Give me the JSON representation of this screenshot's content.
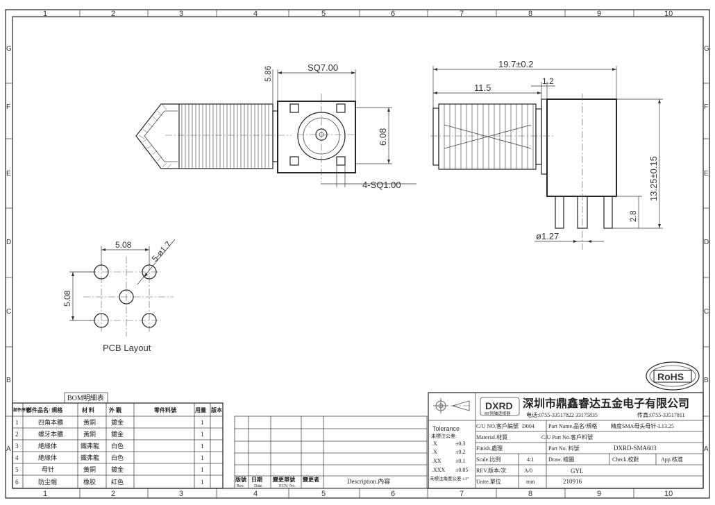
{
  "border": {
    "top_columns": [
      "1",
      "2",
      "3",
      "4",
      "5",
      "6",
      "7",
      "8",
      "9",
      "10"
    ],
    "bottom_columns": [
      "1",
      "2",
      "3",
      "4",
      "5",
      "6",
      "7",
      "8",
      "9",
      "10"
    ],
    "left_rows": [
      "G",
      "F",
      "E",
      "D",
      "C",
      "B",
      "A"
    ],
    "right_rows": [
      "G",
      "F",
      "E",
      "D",
      "C",
      "B",
      "A"
    ]
  },
  "front_view": {
    "dim_sq7": "SQ7.00",
    "dim_586": "5.86",
    "dim_608": "6.08",
    "dim_4sq": "4-SQ1.00"
  },
  "side_view": {
    "dim_197": "19.7±0.2",
    "dim_115": "11.5",
    "dim_12": "1.2",
    "dim_1325": "13.25±0.15",
    "dim_28": "2.8",
    "dim_127": "ø1.27"
  },
  "pcb_layout": {
    "dim_508_h": "5.08",
    "dim_508_v": "5.08",
    "dim_hole": "5-ø1.7",
    "caption": "PCB Layout"
  },
  "rohs": {
    "label": "RoHS"
  },
  "bom": {
    "title": "BOM明細表",
    "headers": [
      "部件序號",
      "部件品名/ 規格",
      "材 料",
      "外 觀",
      "零件料號",
      "用量",
      "版本"
    ],
    "rows": [
      {
        "no": "1",
        "name": "四角本體",
        "material": "黃銅",
        "finish": "鍍金",
        "part": "",
        "qty": "1",
        "ver": ""
      },
      {
        "no": "2",
        "name": "螺牙本體",
        "material": "黃銅",
        "finish": "鍍金",
        "part": "",
        "qty": "1",
        "ver": ""
      },
      {
        "no": "3",
        "name": "絶緣体",
        "material": "鐵弗龍",
        "finish": "白色",
        "part": "",
        "qty": "1",
        "ver": ""
      },
      {
        "no": "4",
        "name": "絶緣体",
        "material": "鐵弗龍",
        "finish": "白色",
        "part": "",
        "qty": "1",
        "ver": ""
      },
      {
        "no": "5",
        "name": "母针",
        "material": "黃銅",
        "finish": "鍍金",
        "part": "",
        "qty": "1",
        "ver": ""
      },
      {
        "no": "6",
        "name": "防尘帽",
        "material": "橡胶",
        "finish": "红色",
        "part": "",
        "qty": "1",
        "ver": ""
      }
    ]
  },
  "revision": {
    "rev_label": "版號",
    "rev_sub": "Rev.",
    "date_label": "日期",
    "date_sub": "Date.",
    "ecn_label": "變更單號",
    "ecn_sub": "ECN. No.",
    "changer_label": "變更者",
    "desc_label": "Description.內容"
  },
  "title_block": {
    "logo": "DXRD",
    "logo_sub": "RF同轴连接器",
    "company": "深圳市鼎鑫睿达五金电子有限公司",
    "tel": "电话:0755-33517822  33175835",
    "fax": "传真:0755-33517811",
    "tolerance_title": "Tolerance",
    "tolerance_sub": "未標注公差:",
    "tol_rows": [
      {
        "k": ".X",
        "v": "±0.3"
      },
      {
        "k": ".X",
        "v": "±0.2"
      },
      {
        "k": ".XX",
        "v": "±0.1"
      },
      {
        "k": ".XXX",
        "v": "±0.05"
      }
    ],
    "angle_note": "未標注角度公差 ±1°",
    "cu_no_label": "C/U NO.客戶編號",
    "cu_no": "D004",
    "part_name_label": "Part Name.品名/規格",
    "part_name": "精度SMA母头母针-L13.25",
    "material_label": "Material.材質",
    "cu_part_label": "C/U Part No.客戶料號",
    "finish_label": "Finish.處理",
    "part_no_label": "Part No. 料號",
    "part_no": "DXRD-SMA603",
    "scale_label": "Scale.比例",
    "scale": "4:1",
    "draw_label": "Draw. 繪圖",
    "check_label": "Check.校對",
    "app_label": "App.核准",
    "rev_label": "REV.版本/次",
    "rev": "A/0",
    "drawer": "GYL",
    "unit_label": "Unite.單位",
    "unit": "mm",
    "date": "210916"
  }
}
